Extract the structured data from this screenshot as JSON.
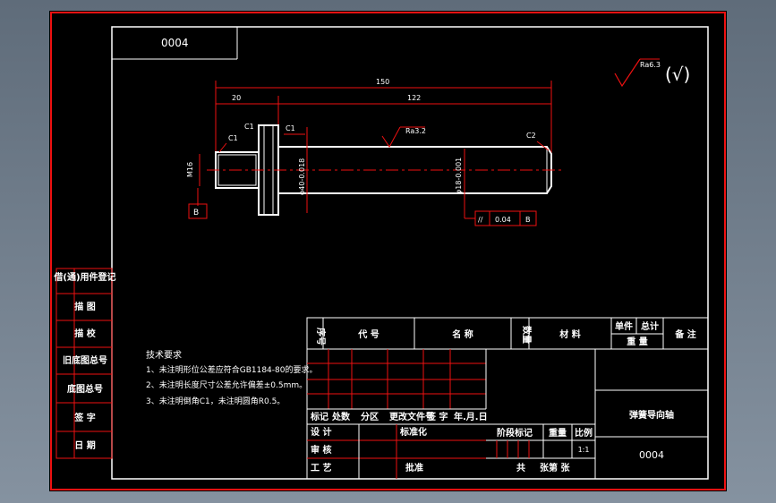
{
  "drawing": {
    "number": "0004"
  },
  "side_strip": [
    "借(通)用件登记",
    "描 图",
    "描 校",
    "旧底图总号",
    "底图总号",
    "签 字",
    "日 期"
  ],
  "surface_note": {
    "roughness": "Ra6.3",
    "bracket": "(√)"
  },
  "dimensions": {
    "overall_length": "150",
    "left_length": "20",
    "right_length": "122"
  },
  "callouts": {
    "chamfer_left": "C1",
    "chamfer_shoulder_left": "C1",
    "chamfer_shoulder_right": "C1",
    "chamfer_right": "C2",
    "shaft_roughness": "Ra3.2",
    "thread": "M16",
    "collar_diameter": "φ40-0.018",
    "shaft_diameter": "φ18-0.001",
    "datum": "B"
  },
  "tolerance": {
    "symbol": "//",
    "value": "0.04",
    "datum": "B"
  },
  "tech_requirements": {
    "title": "技术要求",
    "lines": [
      "1、未注明形位公差应符合GB1184-80的要求。",
      "2、未注明长度尺寸公差允许偏差±0.5mm。",
      "3、未注明倒角C1，未注明圆角R0.5。"
    ]
  },
  "title_block": {
    "header": {
      "seq": "序号",
      "code": "代 号",
      "name": "名 称",
      "qty": "数量",
      "material": "材 料",
      "unit": "单件",
      "total": "总计",
      "weight": "重 量",
      "remark": "备 注"
    },
    "revision": [
      "标记",
      "处数",
      "分区",
      "更改文件号",
      "签 字",
      "年.月.日"
    ],
    "roles": {
      "design": "设 计",
      "standardize": "标准化",
      "review": "审 核",
      "process": "工 艺",
      "approve": "批准"
    },
    "stage": {
      "mark": "阶段标记",
      "weight": "重量",
      "scale": "比例",
      "scale_value": "1:1",
      "sheets_total": "共",
      "sheet_current": "张第 张"
    },
    "part_name": "弹簧导向轴",
    "part_number": "0004"
  }
}
